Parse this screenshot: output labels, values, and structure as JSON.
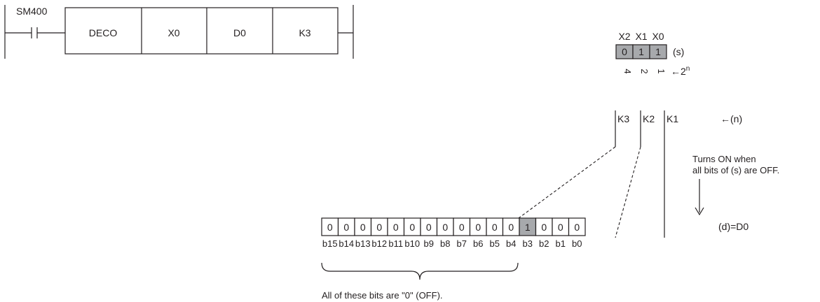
{
  "ladder": {
    "contact_label": "SM400",
    "instruction": "DECO",
    "operand_s": "X0",
    "operand_d": "D0",
    "operand_n": "K3"
  },
  "source": {
    "headers": [
      "X2",
      "X1",
      "X0"
    ],
    "values": [
      "0",
      "1",
      "1"
    ],
    "shaded": [
      true,
      true,
      true
    ],
    "tag": "(s)",
    "weights": [
      "4",
      "2",
      "1"
    ],
    "weight_label": "←2",
    "weight_sup": "n"
  },
  "n_scale": {
    "labels": [
      "K3",
      "K2",
      "K1"
    ],
    "caption": "←(n)"
  },
  "dest": {
    "values": [
      "0",
      "0",
      "0",
      "0",
      "0",
      "0",
      "0",
      "0",
      "0",
      "0",
      "0",
      "0",
      "1",
      "0",
      "0",
      "0"
    ],
    "bits": [
      "b15",
      "b14",
      "b13",
      "b12",
      "b11",
      "b10",
      "b9",
      "b8",
      "b7",
      "b6",
      "b5",
      "b4",
      "b3",
      "b2",
      "b1",
      "b0"
    ],
    "highlight_index": 12,
    "tag": "(d)=D0"
  },
  "notes": {
    "turns_on_line1": "Turns ON when",
    "turns_on_line2": "all bits of (s) are OFF.",
    "upper_bits": "All of these bits are \"0\" (OFF)."
  },
  "colors": {
    "line": "#231f20",
    "shade": "#a7a9ac",
    "background": "#ffffff"
  }
}
